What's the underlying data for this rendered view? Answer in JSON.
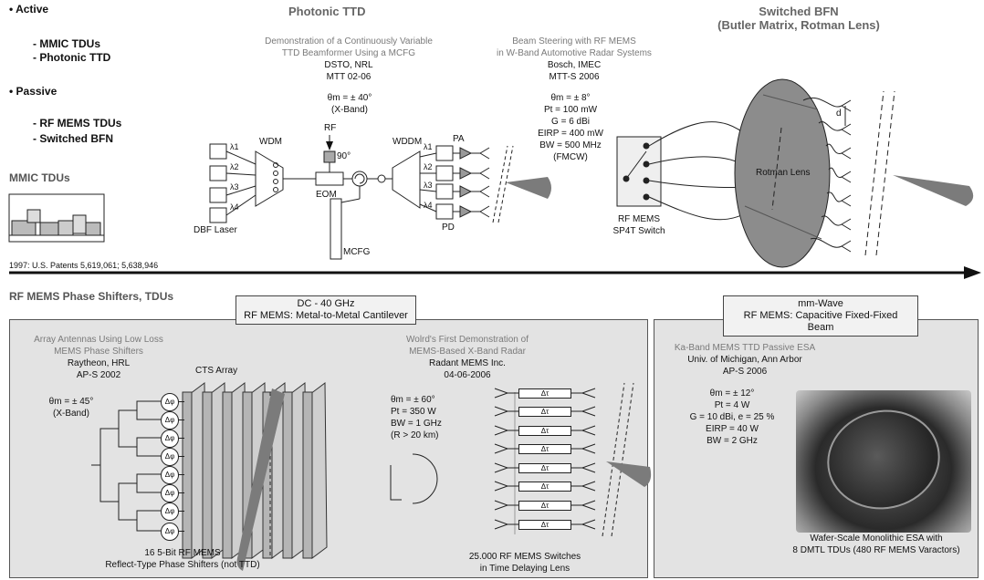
{
  "top_left": {
    "bullet_active": "• Active",
    "mmic_tdus": "- MMIC TDUs",
    "photonic_ttd": "- Photonic TTD",
    "bullet_passive": "• Passive",
    "rf_mems_tdus": "- RF MEMS TDUs",
    "switched_bfn": "- Switched BFN",
    "mmic_tdus_heading": "MMIC TDUs"
  },
  "photonic": {
    "heading": "Photonic TTD",
    "ref_title_1": "Demonstration of a Continuously Variable",
    "ref_title_2": "TTD Beamformer Using a MCFG",
    "ref_org": "DSTO, NRL",
    "ref_venue": "MTT 02-06",
    "theta": "θm = ± 40°",
    "band": "(X-Band)",
    "rf": "RF",
    "deg90": "90°",
    "wdm": "WDM",
    "wddm": "WDDM",
    "eom": "EOM",
    "pa": "PA",
    "pd": "PD",
    "dbf_laser": "DBF Laser",
    "mcfg": "MCFG",
    "lambda1": "λ1",
    "lambda2": "λ2",
    "lambda3": "λ3",
    "lambda4": "λ4"
  },
  "radar": {
    "ref_title_1": "Beam Steering with RF MEMS",
    "ref_title_2": "in W-Band Automotive Radar Systems",
    "ref_org": "Bosch, IMEC",
    "ref_venue": "MTT-S 2006",
    "theta": "θm = ± 8°",
    "pt": "Pt = 100 mW",
    "g": "G = 6 dBi",
    "eirp": "EIRP = 400 mW",
    "bw": "BW = 500 MHz",
    "mod": "(FMCW)",
    "switch_1": "RF MEMS",
    "switch_2": "SP4T Switch"
  },
  "bfn": {
    "heading_1": "Switched BFN",
    "heading_2": "(Butler Matrix, Rotman Lens)",
    "lens": "Rotman Lens",
    "d": "d"
  },
  "timeline": {
    "patents": "1997: U.S. Patents 5,619,061; 5,638,946"
  },
  "mems": {
    "heading": "RF MEMS Phase Shifters, TDUs",
    "box1_1": "DC - 40 GHz",
    "box1_2": "RF MEMS: Metal-to-Metal Cantilever",
    "box2_1": "mm-Wave",
    "box2_2": "RF MEMS: Capacitive Fixed-Fixed Beam",
    "arr_title_1": "Array Antennas Using Low Loss",
    "arr_title_2": "MEMS Phase Shifters",
    "arr_org": "Raytheon, HRL",
    "arr_venue": "AP-S 2002",
    "cts": "CTS Array",
    "arr_theta": "θm = ± 45°",
    "arr_band": "(X-Band)",
    "phi": "Δφ",
    "arr_caption_1": "16 5-Bit RF MEMS",
    "arr_caption_2": "Reflect-Type Phase Shifters (not TTD)",
    "rad_title_1": "Wolrd's First Demonstration of",
    "rad_title_2": "MEMS-Based X-Band Radar",
    "rad_org": "Radant MEMS Inc.",
    "rad_date": "04-06-2006",
    "rad_theta": "θm = ± 60°",
    "rad_pt": "Pt = 350 W",
    "rad_bw": "BW = 1 GHz",
    "rad_r": "(R  > 20 km)",
    "tau": "Δτ",
    "rad_caption_1": "25.000 RF MEMS Switches",
    "rad_caption_2": "in Time Delaying Lens",
    "esa_title": "Ka-Band MEMS TTD Passive ESA",
    "esa_org": "Univ. of Michigan, Ann Arbor",
    "esa_venue": "AP-S 2006",
    "esa_theta": "θm = ± 12°",
    "esa_pt": "Pt = 4 W",
    "esa_g": "G = 10 dBi, e = 25 %",
    "esa_eirp": "EIRP = 40 W",
    "esa_bw": "BW = 2 GHz",
    "esa_caption_1": "Wafer-Scale Monolithic ESA with",
    "esa_caption_2": "8 DMTL TDUs (480 RF MEMS Varactors)"
  }
}
